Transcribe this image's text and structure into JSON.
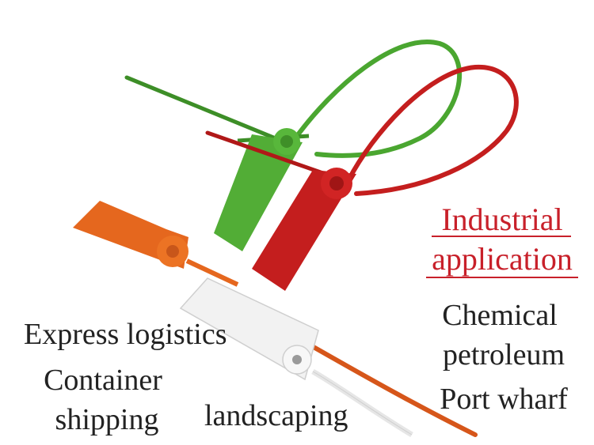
{
  "colors": {
    "background": "#ffffff",
    "green_seal": "#4aa630",
    "red_seal": "#c41e1e",
    "orange_seal": "#e5671e",
    "white_seal": "#f0f0f0",
    "headline": "#c8202a",
    "text": "#222222"
  },
  "headline": {
    "line1": "Industrial",
    "line2": "application"
  },
  "right_labels": {
    "chemical": "Chemical",
    "petroleum": "petroleum",
    "port_wharf": "Port wharf"
  },
  "left_labels": {
    "express": "Express logistics",
    "container_line1": "Container",
    "container_line2": "shipping",
    "landscaping": "landscaping"
  }
}
